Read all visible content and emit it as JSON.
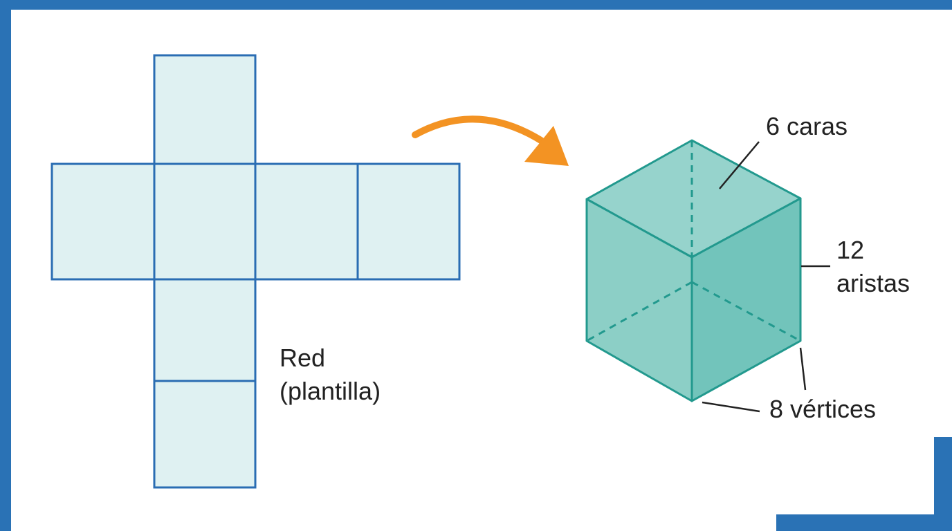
{
  "net": {
    "label_line1": "Red",
    "label_line2": "(plantilla)"
  },
  "cube": {
    "faces_label": "6 caras",
    "edges_label_line1": "12",
    "edges_label_line2": "aristas",
    "vertices_label": "8 vértices"
  },
  "colors": {
    "frame": "#2a72b5",
    "net_fill": "#dff1f2",
    "net_stroke": "#2a6db3",
    "cube_stroke": "#22998e",
    "arrow": "#f39323",
    "text": "#222222"
  }
}
